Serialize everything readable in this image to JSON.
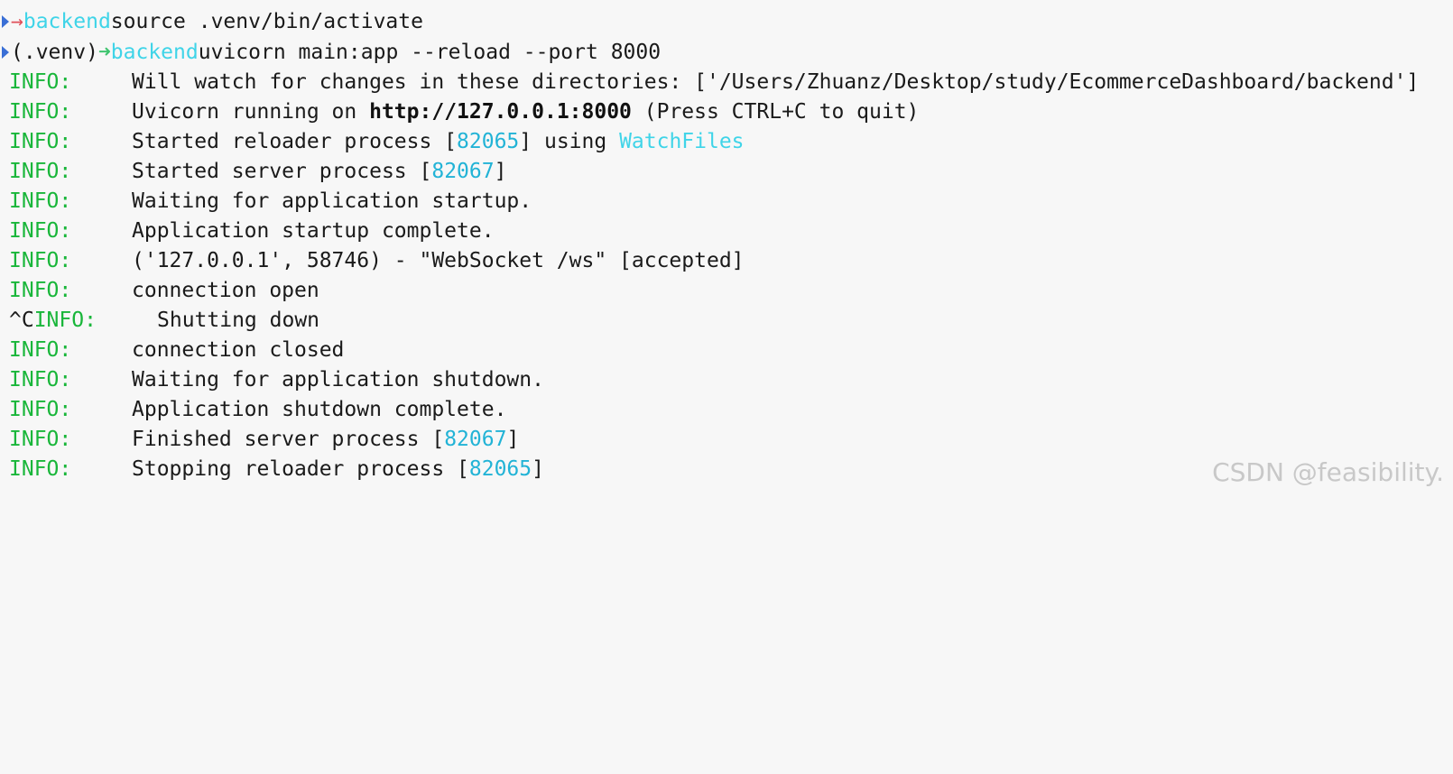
{
  "prompts": [
    {
      "env": "",
      "arrow": "→",
      "directory": "backend",
      "command": "source .venv/bin/activate"
    },
    {
      "env": "(.venv)",
      "arrow": "➜",
      "directory": "backend",
      "command": "uvicorn main:app --reload --port 8000"
    }
  ],
  "logs": [
    {
      "level": "INFO:",
      "parts": [
        "Will watch for changes in these directories: ['/Users/Zhuanz/Desktop/study/EcommerceDashboard/backend']"
      ]
    },
    {
      "level": "INFO:",
      "pre": "Uvicorn running on ",
      "url": "http://127.0.0.1:8000",
      "post": " (Press CTRL+C to quit)"
    },
    {
      "level": "INFO:",
      "pre": "Started reloader process [",
      "pid": "82065",
      "mid": "] using ",
      "tool": "WatchFiles"
    },
    {
      "level": "INFO:",
      "pre": "Started server process [",
      "pid": "82067",
      "post": "]"
    },
    {
      "level": "INFO:",
      "text": "Waiting for application startup."
    },
    {
      "level": "INFO:",
      "text": "Application startup complete."
    },
    {
      "level": "INFO:",
      "text": "('127.0.0.1', 58746) - \"WebSocket /ws\" [accepted]"
    },
    {
      "level": "INFO:",
      "text": "connection open"
    },
    {
      "prefix": "^C",
      "level": "INFO:",
      "text": "Shutting down"
    },
    {
      "level": "INFO:",
      "text": "connection closed"
    },
    {
      "level": "INFO:",
      "text": "Waiting for application shutdown."
    },
    {
      "level": "INFO:",
      "text": "Application shutdown complete."
    },
    {
      "level": "INFO:",
      "pre": "Finished server process [",
      "pid": "82067",
      "post": "]"
    },
    {
      "level": "INFO:",
      "pre": "Stopping reloader process [",
      "pid": "82065",
      "post": "]"
    }
  ],
  "watermark": "CSDN @feasibility.",
  "colors": {
    "background": "#f7f7f7",
    "info": "#19b63a",
    "directory": "#3fd4e8",
    "pid": "#22b3d6",
    "red_arrow": "#e0505a",
    "green_arrow": "#3fc46f"
  }
}
